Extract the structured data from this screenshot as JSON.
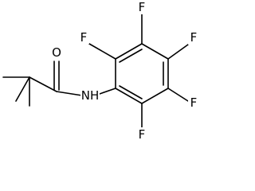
{
  "molecule": {
    "atoms": {
      "oxygen": "O",
      "nitrogen_hydrogen": "NH",
      "fluorine_1": "F",
      "fluorine_2": "F",
      "fluorine_3": "F",
      "fluorine_4": "F",
      "fluorine_5": "F"
    }
  }
}
